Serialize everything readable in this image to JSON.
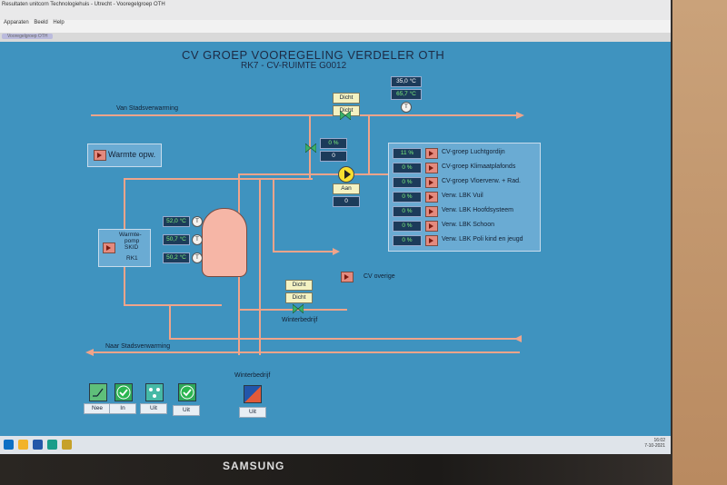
{
  "window": {
    "title": "Resultaten unitcorn Technologiehuis - Utrecht - Vooregelgroep OTH",
    "menu": [
      "Apparaten",
      "Beeld",
      "Help"
    ],
    "tab": "Vooregelgroep OTH"
  },
  "header": {
    "title": "CV GROEP VOOREGELING VERDELER OTH",
    "subtitle": "RK7 -  CV-RUIMTE G0012"
  },
  "pipes": {
    "supply_label": "Van Stadsverwarming",
    "return_label": "Naar Stadsverwarming"
  },
  "warmte_button": {
    "label": "Warmte opw."
  },
  "top_valve": {
    "status1": "Dicht",
    "status2": "Dicht"
  },
  "top_sensor": {
    "temp1": "35,0 °C",
    "temp2": "65,7 °C",
    "icon": "T"
  },
  "mix_valve": {
    "percent": "0 %",
    "value": "0"
  },
  "pump": {
    "status": "Aan",
    "value": "0"
  },
  "heatpump": {
    "label1": "Warmte-",
    "label2": "pomp",
    "label3": "SKID",
    "label4": "RK1"
  },
  "tank_temps": [
    "52,0 °C",
    "50,7 °C",
    "50,2 °C"
  ],
  "groups": [
    {
      "value": "11 %",
      "label": "CV-groep Luchtgordijn"
    },
    {
      "value": "0 %",
      "label": "CV-groep Klimaatplafonds"
    },
    {
      "value": "0 %",
      "label": "CV-groep Vloerverw. + Rad."
    },
    {
      "value": "0 %",
      "label": "Verw. LBK Vuil"
    },
    {
      "value": "0 %",
      "label": "Verw. LBK Hoofdsysteem"
    },
    {
      "value": "0 %",
      "label": "Verw. LBK Schoon"
    },
    {
      "value": "0 %",
      "label": "Verw. LBK Poli kind en jeugd"
    }
  ],
  "cv_overige": {
    "label": "CV overige"
  },
  "winter_valve": {
    "status1": "Dicht",
    "status2": "Dicht",
    "label": "Winterbedrijf"
  },
  "controls": [
    {
      "label": "Nee"
    },
    {
      "label": "In"
    },
    {
      "label": "Uit"
    },
    {
      "label": "Uit"
    }
  ],
  "winterbedrijf_control": {
    "title": "Winterbedrijf",
    "label": "Uit"
  },
  "taskbar": {
    "time": "16:02",
    "date": "7-10-2021"
  },
  "brand": "SAMSUNG",
  "colors": {
    "background": "#3f93bf",
    "pipe": "#f0a48a",
    "value_text": "#7cf07c"
  }
}
